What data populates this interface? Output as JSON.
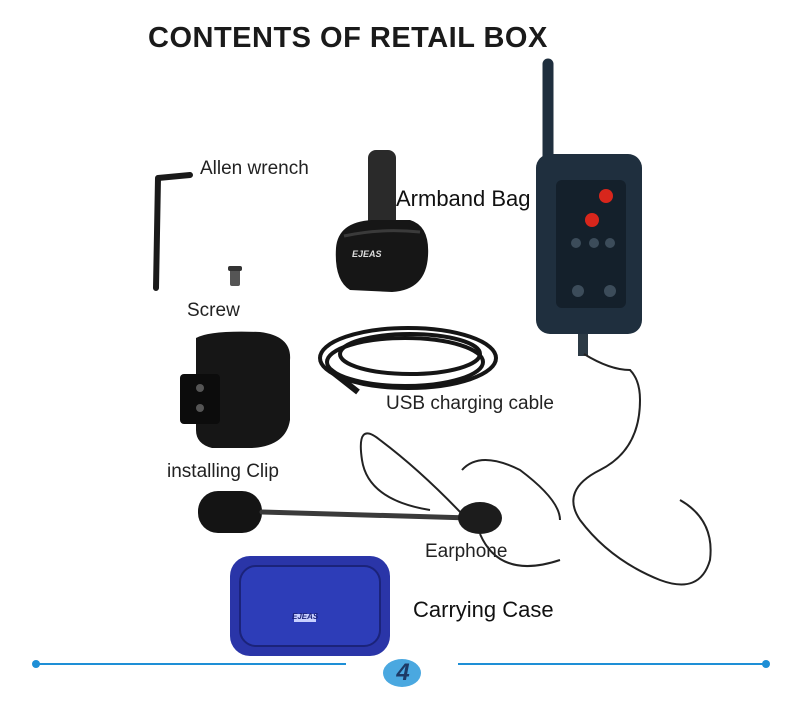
{
  "title": "CONTENTS OF RETAIL BOX",
  "items": {
    "allen_wrench": "Allen wrench",
    "armband_bag": "Armband Bag",
    "screw": "Screw",
    "usb_cable": "USB charging cable",
    "installing_clip": "installing Clip",
    "earphone": "Earphone",
    "carrying_case": "Carrying Case"
  },
  "brand_logo": "EJEAS",
  "page_number": "4",
  "colors": {
    "case_blue": "#2a35a8",
    "divider_blue": "#1e8fd6",
    "button_red": "#d8261c",
    "device_body": "#1f2f3e"
  }
}
